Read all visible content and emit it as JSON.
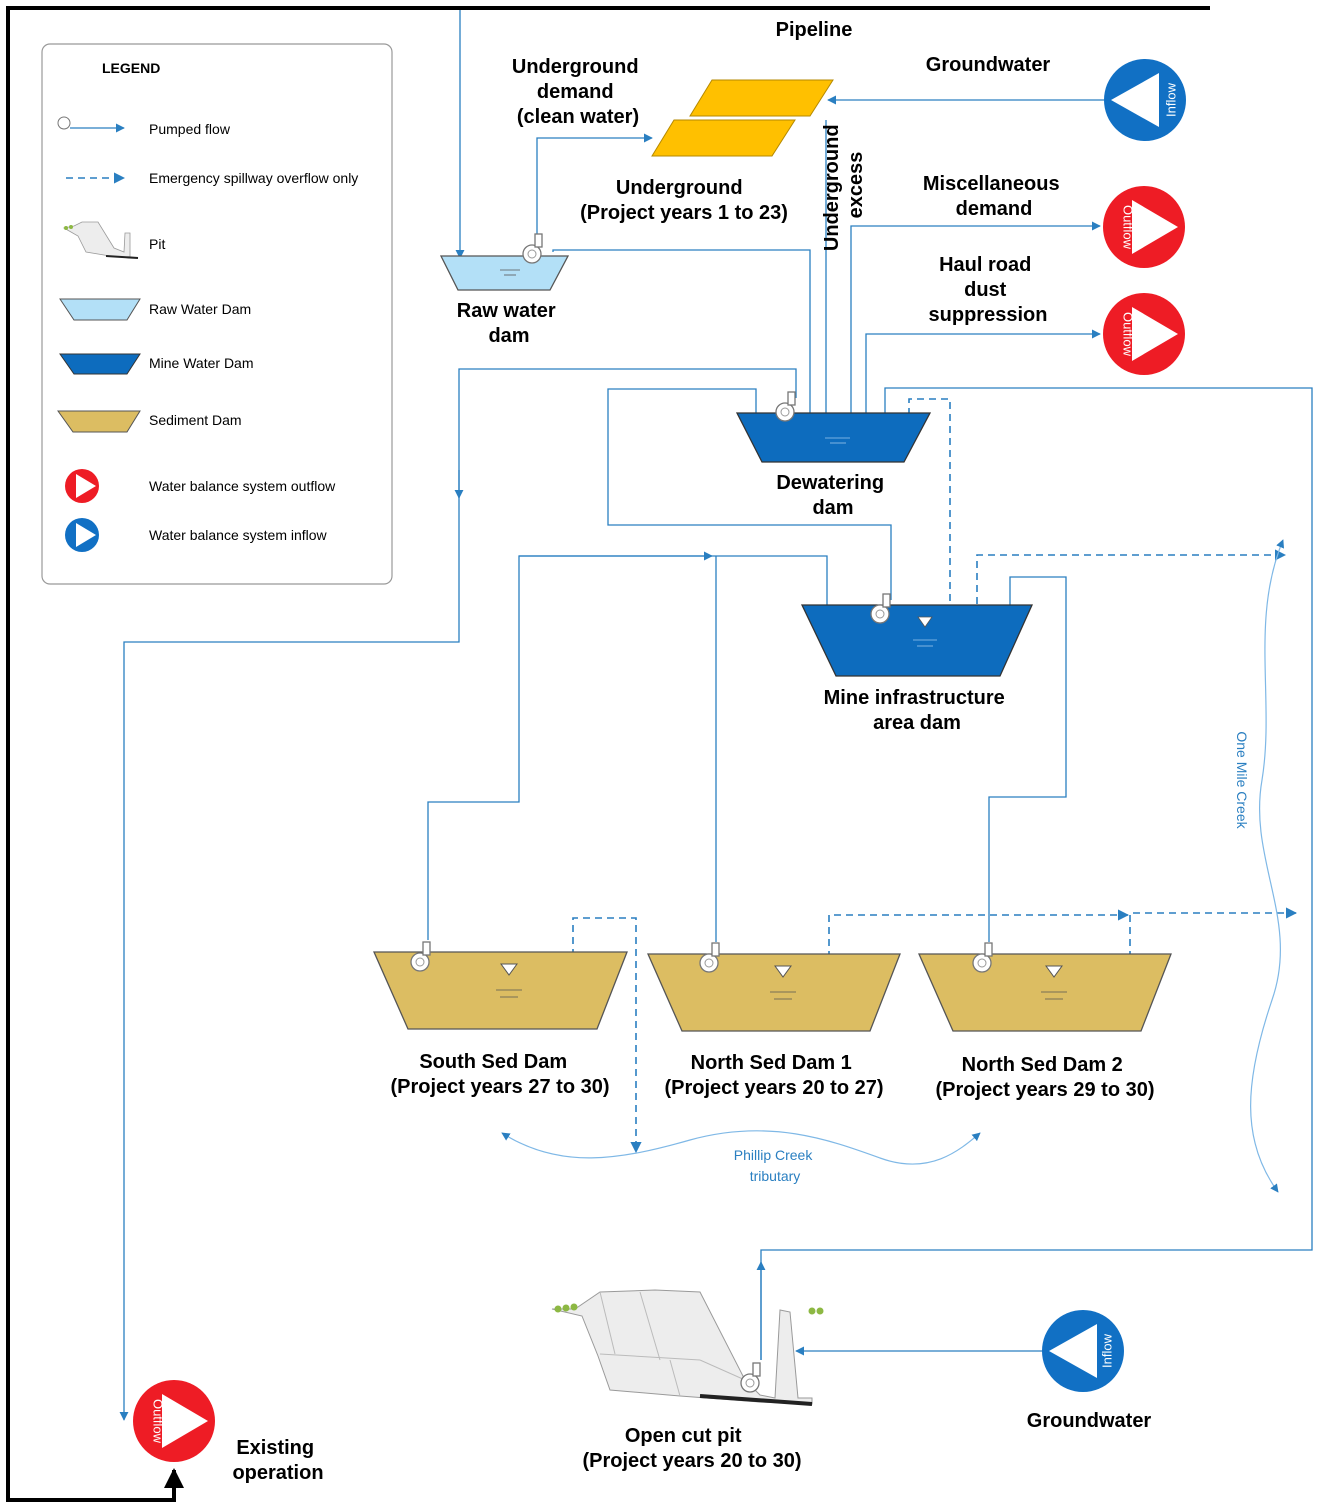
{
  "labels": {
    "pipeline": "Pipeline",
    "groundwater_top": "Groundwater",
    "underground_demand": [
      "Underground",
      "demand",
      "(clean water)"
    ],
    "underground": [
      "Underground",
      "(Project years 1 to 23)"
    ],
    "underground_excess": [
      "Underground",
      "excess"
    ],
    "misc_demand": [
      "Miscellaneous",
      "demand"
    ],
    "haul_road": [
      "Haul road",
      "dust",
      "suppression"
    ],
    "raw_water_dam": [
      "Raw water",
      "dam"
    ],
    "dewatering_dam": [
      "Dewatering",
      "dam"
    ],
    "mia_dam": [
      "Mine infrastructure",
      "area dam"
    ],
    "south_sed": [
      "South Sed Dam",
      "(Project years 27 to 30)"
    ],
    "north_sed1": [
      "North Sed Dam 1",
      "(Project years 20 to 27)"
    ],
    "north_sed2": [
      "North Sed Dam 2",
      "(Project years 29 to 30)"
    ],
    "phillip_creek": [
      "Phillip Creek",
      "tributary"
    ],
    "one_mile_creek": "One Mile Creek",
    "open_cut_pit": [
      "Open cut pit",
      "(Project years 20 to 30)"
    ],
    "groundwater_bottom": "Groundwater",
    "existing_operation": [
      "Existing",
      "operation"
    ]
  },
  "terminals": {
    "inflow": "Inflow",
    "outflow": "Outflow"
  },
  "legend": {
    "title": "LEGEND",
    "items": [
      {
        "label": "Pumped flow",
        "icon": "pumped-flow"
      },
      {
        "label": "Emergency spillway overflow only",
        "icon": "spillway-overflow"
      },
      {
        "label": "Pit",
        "icon": "pit"
      },
      {
        "label": "Raw Water Dam",
        "icon": "raw-water-dam"
      },
      {
        "label": "Mine Water Dam",
        "icon": "mine-water-dam"
      },
      {
        "label": "Sediment Dam",
        "icon": "sediment-dam"
      },
      {
        "label": "Water balance system outflow",
        "icon": "outflow"
      },
      {
        "label": "Water balance system inflow",
        "icon": "inflow"
      }
    ]
  },
  "colors": {
    "raw_water": "#b3e0f7",
    "mine_water": "#0d6cbe",
    "sediment": "#dcbd62",
    "outflow": "#ee1c25",
    "inflow": "#1170c4",
    "underground": "#ffc000",
    "flow_line": "#2a7fc1"
  }
}
